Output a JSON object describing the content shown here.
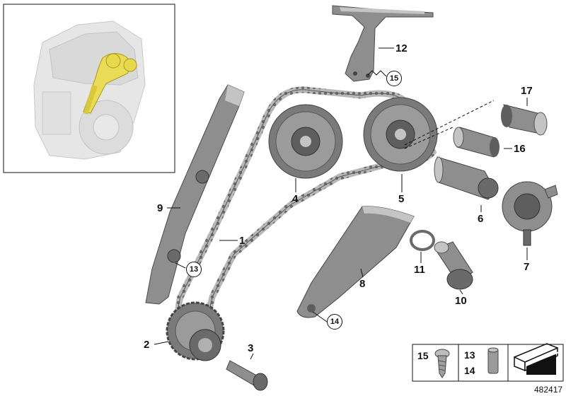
{
  "part_labels": [
    "1",
    "2",
    "3",
    "4",
    "5",
    "6",
    "7",
    "8",
    "9",
    "10",
    "11",
    "12",
    "16",
    "17"
  ],
  "circled_labels": [
    "13",
    "14",
    "15"
  ],
  "legend": {
    "screw_ref": "15",
    "pin_ref_a": "13",
    "pin_ref_b": "14"
  },
  "document_number": "482417",
  "colors": {
    "part_fill": "#8e8e8e",
    "part_dark": "#5e5e5e",
    "part_light": "#c4c4c4",
    "highlight": "#e7d84c",
    "line": "#111111",
    "engine_ghost": "#dadada"
  },
  "icons": [
    "engine-location-thumbnail",
    "torx-screw-icon",
    "dowel-pin-icon",
    "gasket-material-icon"
  ]
}
